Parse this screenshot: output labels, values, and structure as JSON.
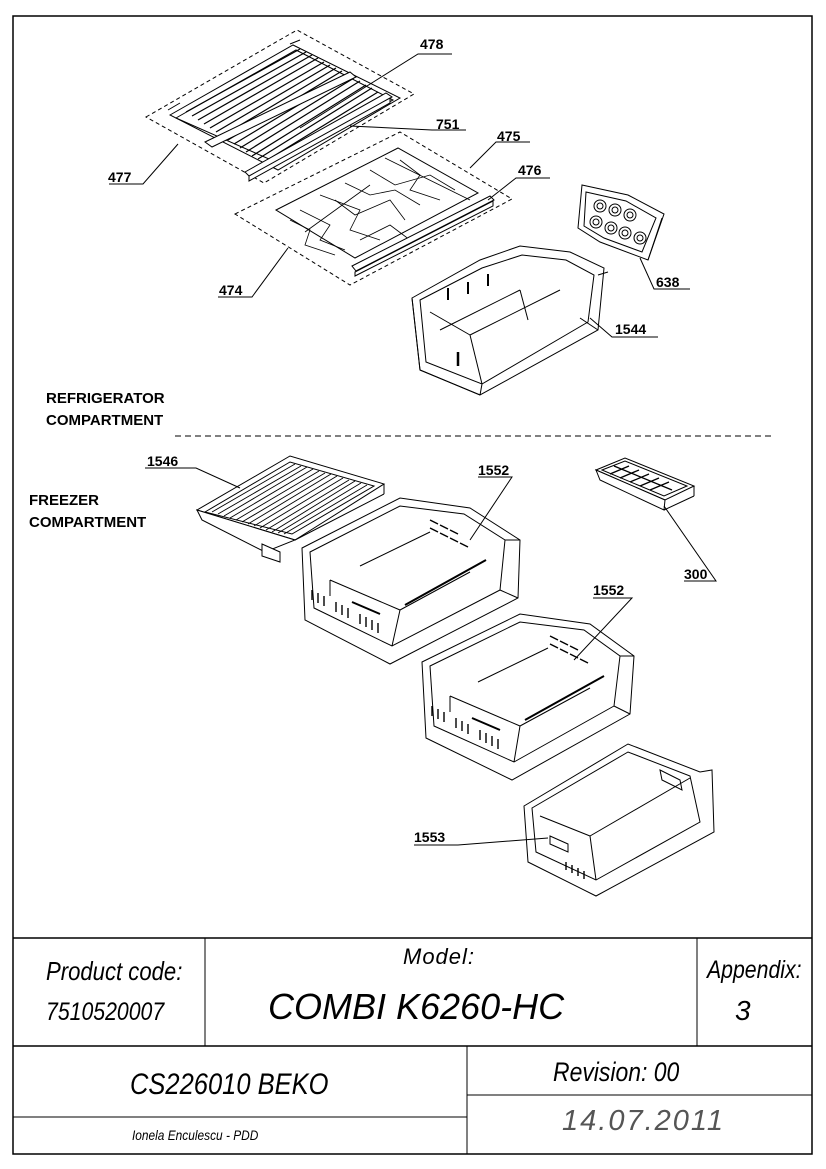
{
  "sections": {
    "refrigerator_line1": "REFRIGERATOR",
    "refrigerator_line2": "COMPARTMENT",
    "freezer_line1": "FREEZER",
    "freezer_line2": "COMPARTMENT"
  },
  "part_labels": [
    "478",
    "751",
    "475",
    "476",
    "477",
    "474",
    "638",
    "1544",
    "1546",
    "1552",
    "300",
    "1552",
    "1553"
  ],
  "title_block": {
    "product_code_label": "Product code:",
    "product_code": "7510520007",
    "model_label": "Model:",
    "model": "COMBI K6260-HC",
    "appendix_label": "Appendix:",
    "appendix": "3",
    "document_code": "CS226010 BEKO",
    "revision": "Revision: 00",
    "date": "14.07.2011",
    "author": "Ionela Enculescu - PDD"
  }
}
